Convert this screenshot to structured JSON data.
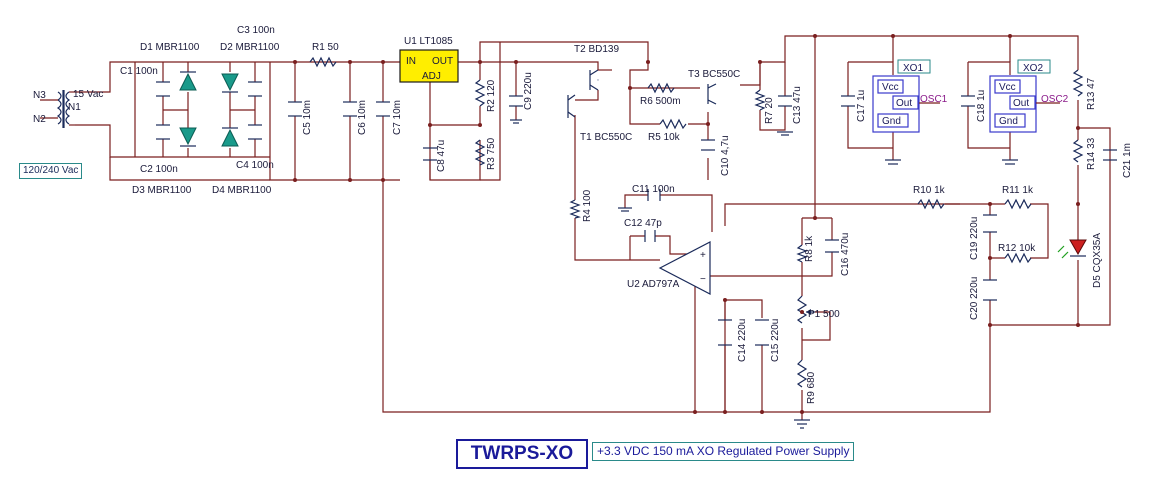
{
  "title": "TWRPS-XO",
  "subtitle": "+3.3 VDC 150 mA XO Regulated Power Supply",
  "mains_label": "120/240 Vac",
  "transformer": {
    "primary_top": "N3",
    "primary_bottom": "N2",
    "secondary_name": "N1",
    "secondary_voltage": "15 Vac"
  },
  "diodes": {
    "d1": "D1 MBR1100",
    "d2": "D2 MBR1100",
    "d3": "D3 MBR1100",
    "d4": "D4 MBR1100",
    "d5": "D5 CQX35A"
  },
  "capacitors": {
    "c1": "C1 100n",
    "c2": "C2 100n",
    "c3": "C3 100n",
    "c4": "C4 100n",
    "c5": "C5 10m",
    "c6": "C6 10m",
    "c7": "C7 10m",
    "c8": "C8 47u",
    "c9": "C9 220u",
    "c10": "C10 4,7u",
    "c11": "C11 100n",
    "c12": "C12 47p",
    "c13": "C13 47u",
    "c14": "C14 220u",
    "c15": "C15 220u",
    "c16": "C16 470u",
    "c17": "C17 1u",
    "c18": "C18 1u",
    "c19": "C19 220u",
    "c20": "C20 220u",
    "c21": "C21 1m"
  },
  "resistors": {
    "r1": "R1 50",
    "r2": "R2 120",
    "r3": "R3 750",
    "r4": "R4 100",
    "r5": "R5 10k",
    "r6": "R6 500m",
    "r7": "R7 20",
    "r8": "R8 1k",
    "r9": "R9 680",
    "r10": "R10 1k",
    "r11": "R11 1k",
    "r12": "R12 10k",
    "r13": "R13 47",
    "r14": "R14 33"
  },
  "regulator": {
    "name": "U1 LT1085",
    "pin_in": "IN",
    "pin_out": "OUT",
    "pin_adj": "ADJ"
  },
  "transistors": {
    "t1": "T1 BC550C",
    "t2": "T2 BD139",
    "t3": "T3 BC550C"
  },
  "opamp": {
    "name": "U2 AD797A",
    "plus": "+",
    "minus": "−"
  },
  "potentiometer": "P1 500",
  "oscillators": [
    {
      "id": "XO1",
      "net": "OSC1",
      "vcc": "Vcc",
      "out": "Out",
      "gnd": "Gnd"
    },
    {
      "id": "XO2",
      "net": "OSC2",
      "vcc": "Vcc",
      "out": "Out",
      "gnd": "Gnd"
    }
  ]
}
